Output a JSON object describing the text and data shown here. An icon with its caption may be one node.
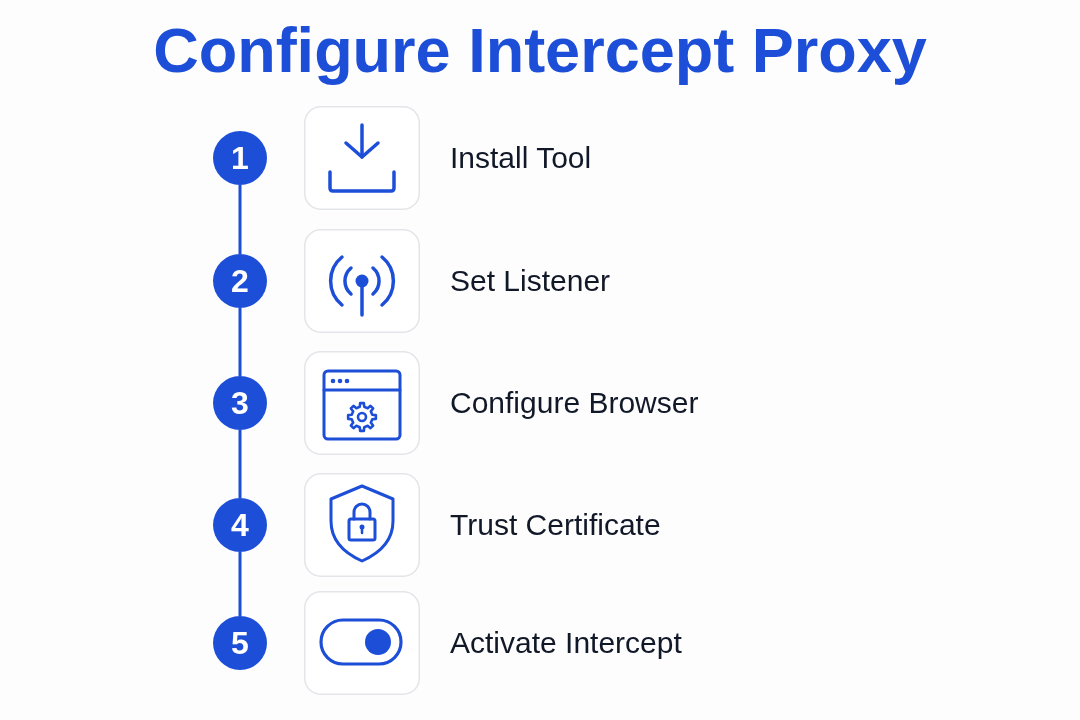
{
  "diagram": {
    "title": "Configure Intercept Proxy",
    "nodes": [
      {
        "text": [
          "1"
        ]
      },
      {
        "text": [
          "2"
        ]
      },
      {
        "text": [
          "3"
        ]
      },
      {
        "text": [
          "4"
        ]
      },
      {
        "text": [
          "5"
        ]
      }
    ],
    "edges": [
      {
        "from": 0,
        "to": 1,
        "arrow": "none"
      },
      {
        "from": 1,
        "to": 2,
        "arrow": "none"
      },
      {
        "from": 2,
        "to": 3,
        "arrow": "none"
      },
      {
        "from": 3,
        "to": 4,
        "arrow": "none"
      }
    ],
    "labels": [
      "Install Tool",
      "Set Listener",
      "Configure Browser",
      "Trust Certificate",
      "Activate Intercept"
    ]
  }
}
